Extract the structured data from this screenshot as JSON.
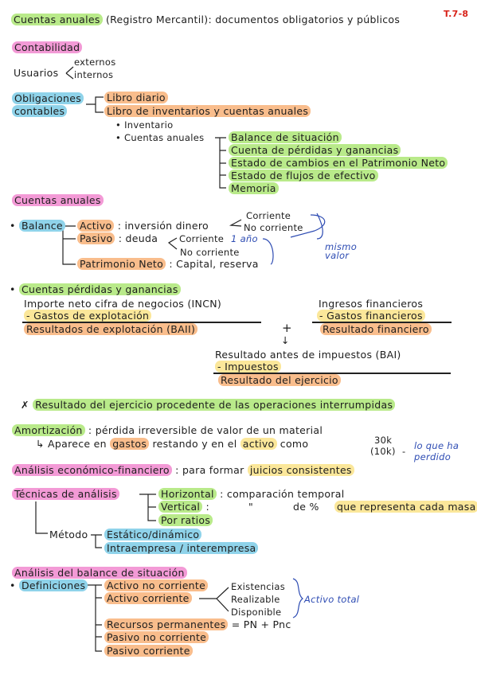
{
  "page_ref": "T.7-8",
  "title_hl": "Cuentas anuales",
  "title_rest": "(Registro Mercantil): documentos obligatorios y públicos",
  "contabilidad": "Contabilidad",
  "usuarios": "Usuarios",
  "externos": "externos",
  "internos": "internos",
  "obligaciones_1": "Obligaciones",
  "obligaciones_2": "contables",
  "libro_diario": "Libro diario",
  "libro_inv": "Libro de inventarios y cuentas anuales",
  "inventario": "Inventario",
  "cuentas_anuales_item": "Cuentas anuales",
  "ca_items": [
    "Balance de situación",
    "Cuenta de pérdidas y ganancias",
    "Estado de cambios en el Patrimonio Neto",
    "Estado de flujos de efectivo",
    "Memoria"
  ],
  "ca_heading": "Cuentas anuales",
  "balance": "Balance",
  "activo": "Activo",
  "activo_desc": ": inversión   dinero",
  "corriente": "Corriente",
  "no_corriente": "No corriente",
  "pasivo": "Pasivo",
  "pasivo_desc": ": deuda",
  "un_ano": "1 año",
  "patrimonio": "Patrimonio Neto",
  "patrimonio_desc": ": Capital, reserva",
  "mismo": "mismo",
  "valor": "valor",
  "cpyg": "Cuentas pérdidas y ganancias",
  "incn": "Importe neto cifra de negocios (INCN)",
  "gastos_expl": "- Gastos de explotación",
  "res_expl": "Resultados de explotación (BAII)",
  "ing_fin": "Ingresos financieros",
  "gastos_fin": "- Gastos financieros",
  "res_fin": "Resultado financiero",
  "plus": "+",
  "arrow": "↓",
  "rai": "Resultado antes de impuestos (BAI)",
  "impuestos": "- Impuestos",
  "res_ej": "Resultado del ejercicio",
  "star": "✗",
  "res_ej_op": "Resultado del ejercicio procedente de las operaciones interrumpidas",
  "amortizacion": "Amortización",
  "amort_desc": ": pérdida irreversible de valor de un material",
  "aparece_1": "↳ Aparece en",
  "gastos_word": "gastos",
  "aparece_2": "restando y en el",
  "activo_word": "activo",
  "aparece_3": "como",
  "k30": "30k",
  "k10": "(10k)",
  "lo_que": "lo que ha",
  "perdido": "perdido",
  "analisis_ef": "Análisis económico-financiero",
  "para_formar": ": para formar",
  "juicios": "juicios consistentes",
  "tecnicas": "Técnicas de análisis",
  "horizontal": "Horizontal",
  "horizontal_desc": ": comparación temporal",
  "vertical": "Vertical",
  "vertical_colon": ":",
  "ditto": "\"",
  "de_pct": "de %",
  "que_representa": "que representa cada masa",
  "por_ratios": "Por ratios",
  "metodo": "Método",
  "estatico": "Estático/dinámico",
  "intraempresa": "Intraempresa / interempresa",
  "abs": "Análisis del balance de situación",
  "definiciones": "Definiciones",
  "act_nc": "Activo no corriente",
  "act_c": "Activo corriente",
  "existencias": "Existencias",
  "realizable": "Realizable",
  "disponible": "Disponible",
  "activo_total": "Activo total",
  "rec_perm": "Recursos permanentes",
  "rec_eq": "= PN + Pnc",
  "pas_nc": "Pasivo no corriente",
  "pas_c": "Pasivo corriente"
}
